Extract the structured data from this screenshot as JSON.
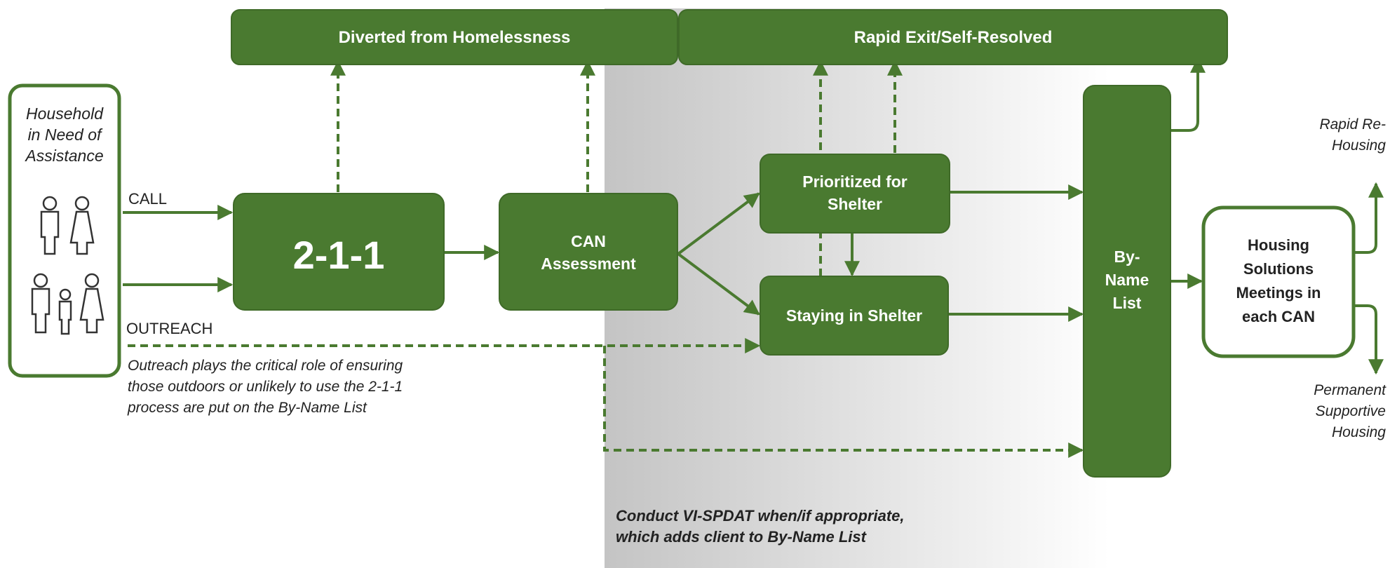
{
  "colors": {
    "box_fill": "#4a7a30",
    "box_stroke": "#3f6a28",
    "line": "#4a7a30",
    "text_dark": "#222222",
    "shade_dark": "#c4c4c4",
    "shade_light": "#ffffff"
  },
  "household": {
    "lines": [
      "Household",
      "in Need of",
      "Assistance"
    ],
    "icons": [
      "adult-male-icon",
      "adult-female-icon",
      "adult-male-icon",
      "child-icon",
      "adult-female-icon"
    ]
  },
  "labels": {
    "call": "CALL",
    "outreach": "OUTREACH",
    "outreach_note": [
      "Outreach plays the critical role of ensuring",
      "those outdoors or unlikely to use the 2-1-1",
      "process are put on the By-Name List"
    ],
    "vi_spdat_note": [
      "Conduct VI-SPDAT when/if appropriate,",
      "which adds client to By-Name List"
    ],
    "rapid_rehousing": [
      "Rapid Re-",
      "Housing"
    ],
    "permanent_supportive": [
      "Permanent",
      "Supportive",
      "Housing"
    ]
  },
  "boxes": {
    "diverted": "Diverted from Homelessness",
    "rapid_exit": "Rapid Exit/Self-Resolved",
    "two_one_one": "2-1-1",
    "can_assessment": [
      "CAN",
      "Assessment"
    ],
    "prioritized": [
      "Prioritized for",
      "Shelter"
    ],
    "staying": "Staying in Shelter",
    "by_name": [
      "By-",
      "Name",
      "List"
    ],
    "housing_solutions": [
      "Housing",
      "Solutions",
      "Meetings in",
      "each CAN"
    ]
  }
}
